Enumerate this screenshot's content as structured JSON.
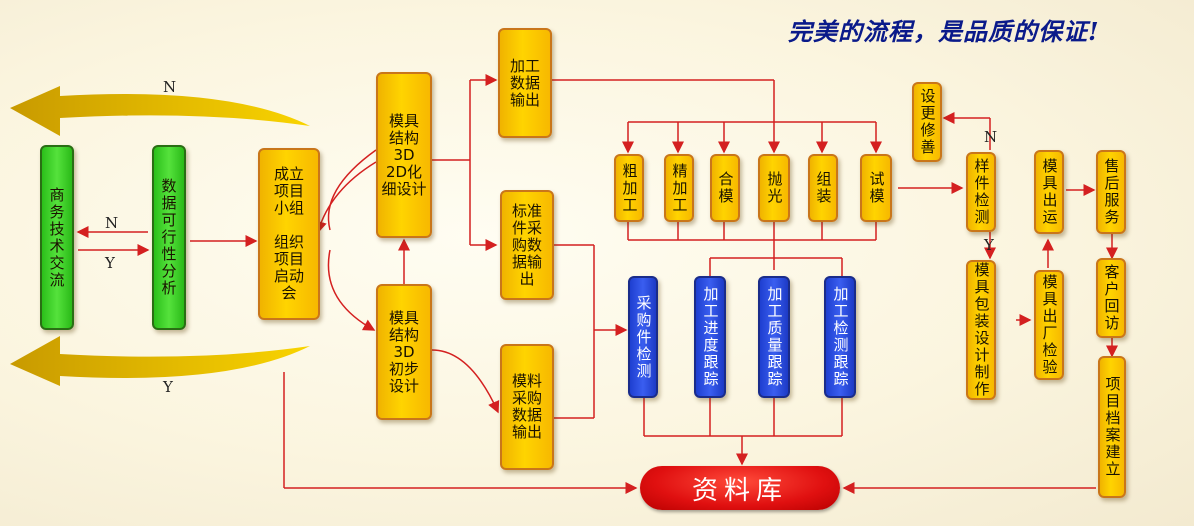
{
  "slogan": "完美的流程，是品质的保证!",
  "labels": {
    "n_top": "N",
    "y_bottom": "Y",
    "n_mid": "N",
    "y_mid": "Y",
    "n_right": "N",
    "y_right": "Y"
  },
  "nodes": {
    "business": "商\n务\n技\n术\n交\n流",
    "feasibility": "数\n据\n可\n行\n性\n分\n析",
    "project": "成立\n项目\n小组\n\n组织\n项目\n启动\n会",
    "design3d2d": "模具\n结构\n3D\n2D化\n细设计",
    "design3d": "模具\n结构\n3D\n初步\n设计",
    "machining_data": "加工\n数据\n输出",
    "std_parts": "标准\n件采\n购数\n据输\n出",
    "material": "模料\n采购\n数据\n输出",
    "rough": "粗加工",
    "finish": "精加工",
    "fit": "合模",
    "polish": "抛光",
    "assemble": "组装",
    "trial": "试模",
    "design_mod": "设更修善",
    "sample_check": "样件检测",
    "package_design": "模具包装设计制作",
    "factory_check": "模具出厂检验",
    "ship": "模具出运",
    "after_sales": "售后服务",
    "visit": "客户回访",
    "archive": "项目档案建立",
    "purchase_check": "采购件检测",
    "progress_track": "加工进度跟踪",
    "quality_track": "加工质量跟踪",
    "inspection_track": "加工检测跟踪",
    "database": "资料库"
  }
}
